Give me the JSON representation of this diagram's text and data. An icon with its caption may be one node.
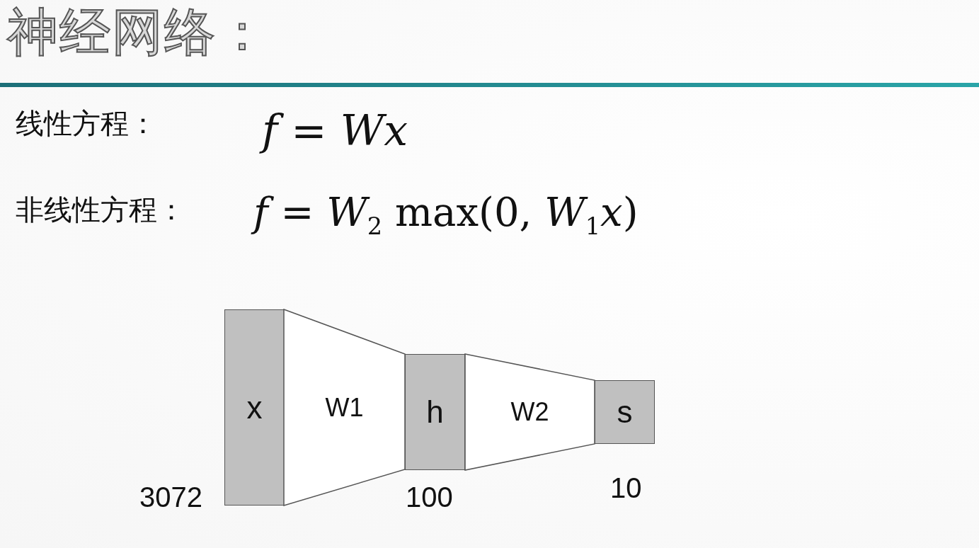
{
  "diagram": {
    "title": "神经网络：",
    "nodes": [
      {
        "text": [
          "x"
        ],
        "beside": [
          "3072"
        ]
      },
      {
        "text": [
          "W1"
        ]
      },
      {
        "text": [
          "h"
        ],
        "beside": [
          "100"
        ]
      },
      {
        "text": [
          "W2"
        ]
      },
      {
        "text": [
          "s"
        ],
        "beside": [
          "10"
        ]
      }
    ],
    "labels": [
      "线性方程：",
      "f = Wx",
      "非线性方程：",
      "*f* = *W*$_{2}$ max(0, *W*$_{1}$*x*)"
    ]
  }
}
